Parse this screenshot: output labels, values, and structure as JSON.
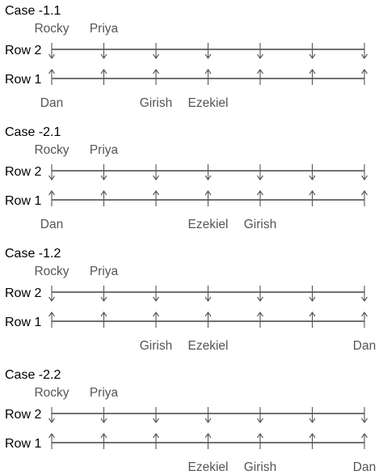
{
  "diagram": {
    "row_top_label": "Row 2",
    "row_bottom_label": "Row 1",
    "positions": 7,
    "colors": {
      "axis": "#444444",
      "arrow": "#555555",
      "name": "#555555",
      "text": "#000000"
    },
    "cases": [
      {
        "title": "Case -1.1",
        "top_names": [
          {
            "text": "Rocky",
            "pos": 0
          },
          {
            "text": "Priya",
            "pos": 1
          }
        ],
        "bottom_names": [
          {
            "text": "Dan",
            "pos": 0
          },
          {
            "text": "Girish",
            "pos": 2
          },
          {
            "text": "Ezekiel",
            "pos": 3
          }
        ]
      },
      {
        "title": "Case -2.1",
        "top_names": [
          {
            "text": "Rocky",
            "pos": 0
          },
          {
            "text": "Priya",
            "pos": 1
          }
        ],
        "bottom_names": [
          {
            "text": "Dan",
            "pos": 0
          },
          {
            "text": "Ezekiel",
            "pos": 3
          },
          {
            "text": "Girish",
            "pos": 4
          }
        ]
      },
      {
        "title": "Case -1.2",
        "top_names": [
          {
            "text": "Rocky",
            "pos": 0
          },
          {
            "text": "Priya",
            "pos": 1
          }
        ],
        "bottom_names": [
          {
            "text": "Girish",
            "pos": 2
          },
          {
            "text": "Ezekiel",
            "pos": 3
          },
          {
            "text": "Dan",
            "pos": 6
          }
        ]
      },
      {
        "title": "Case -2.2",
        "top_names": [
          {
            "text": "Rocky",
            "pos": 0
          },
          {
            "text": "Priya",
            "pos": 1
          }
        ],
        "bottom_names": [
          {
            "text": "Ezekiel",
            "pos": 3
          },
          {
            "text": "Girish",
            "pos": 4
          },
          {
            "text": "Dan",
            "pos": 6
          }
        ]
      }
    ]
  }
}
